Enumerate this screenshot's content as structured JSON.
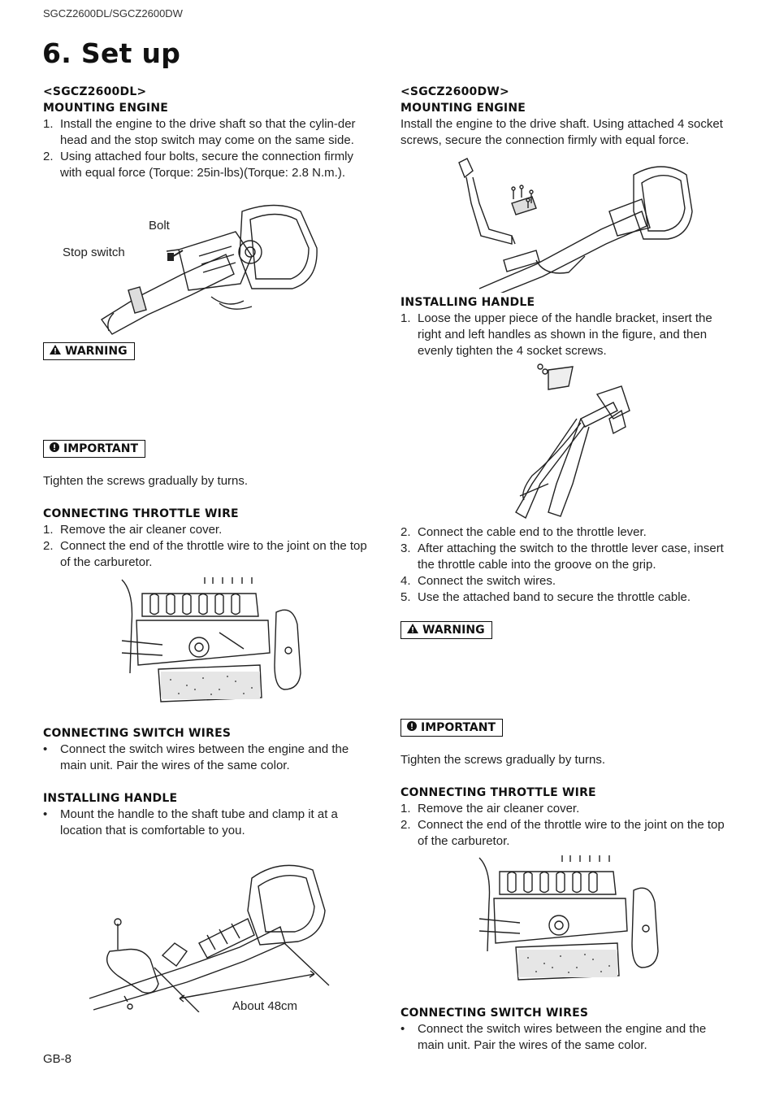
{
  "header": "SGCZ2600DL/SGCZ2600DW",
  "title": "6. Set up",
  "left": {
    "model": "<SGCZ2600DL>",
    "mounting_heading": "MOUNTING ENGINE",
    "mounting_steps": [
      {
        "n": "1.",
        "text": "Install the engine to the drive shaft so that the cylin-der head and the stop switch may come on the same side."
      },
      {
        "n": "2.",
        "text": "Using attached four bolts, secure the connection firmly with equal force (Torque: 25in-lbs)(Torque: 2.8 N.m.)."
      }
    ],
    "fig1_label_bolt": "Bolt",
    "fig1_label_stop": "Stop switch",
    "warning": "WARNING",
    "important": "IMPORTANT",
    "important_text": "Tighten the screws gradually by turns.",
    "throttle_heading": "CONNECTING THROTTLE WIRE",
    "throttle_steps": [
      {
        "n": "1.",
        "text": "Remove the air cleaner cover."
      },
      {
        "n": "2.",
        "text": "Connect the end of the throttle wire to the joint on the top of the carburetor."
      }
    ],
    "switch_heading": "CONNECTING SWITCH WIRES",
    "switch_text": "Connect the switch wires between the engine and the main unit. Pair the wires of the same color.",
    "handle_heading": "INSTALLING HANDLE",
    "handle_text": "Mount the handle to the shaft tube and clamp it at a location that is comfortable to you.",
    "fig_handle_label": "About 48cm"
  },
  "right": {
    "model": "<SGCZ2600DW>",
    "mounting_heading": "MOUNTING ENGINE",
    "mounting_text": "Install the engine to the drive shaft. Using attached 4 socket screws, secure the connection firmly with equal force.",
    "handle_heading": "INSTALLING HANDLE",
    "handle_steps1": [
      {
        "n": "1.",
        "text": "Loose the upper piece of the handle bracket, insert the right and left handles as shown in the figure, and then evenly tighten the 4 socket screws."
      }
    ],
    "handle_steps2": [
      {
        "n": "2.",
        "text": "Connect the cable end to the throttle lever."
      },
      {
        "n": "3.",
        "text": "After attaching the switch to the throttle lever case, insert the throttle cable into the groove on the grip."
      },
      {
        "n": "4.",
        "text": "Connect the switch wires."
      },
      {
        "n": "5.",
        "text": "Use the attached band to secure the throttle cable."
      }
    ],
    "warning": "WARNING",
    "important": "IMPORTANT",
    "important_text": "Tighten the screws gradually by turns.",
    "throttle_heading": "CONNECTING THROTTLE WIRE",
    "throttle_steps": [
      {
        "n": "1.",
        "text": "Remove the air cleaner cover."
      },
      {
        "n": "2.",
        "text": "Connect the end of the throttle wire to the joint on the top of the carburetor."
      }
    ],
    "switch_heading": "CONNECTING SWITCH WIRES",
    "switch_text": "Connect the switch wires between the engine and the main unit. Pair the wires of the same color."
  },
  "bullet": "•",
  "page_number": "GB-8",
  "icons": {
    "warning": "warning-triangle-icon",
    "important": "exclamation-circle-icon"
  }
}
